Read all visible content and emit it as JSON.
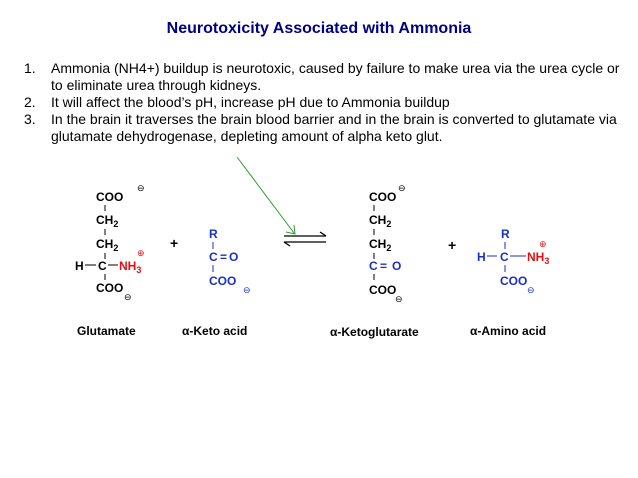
{
  "title": "Neurotoxicity Associated with Ammonia",
  "points": [
    {
      "num": "1.",
      "text": "Ammonia (NH4+) buildup is neurotoxic, caused by failure to make urea via the urea cycle or to eliminate urea through kidneys."
    },
    {
      "num": "2.",
      "text": "It will affect the blood’s pH, increase pH due to Ammonia buildup"
    },
    {
      "num": "3.",
      "text": "In the brain it traverses the brain blood barrier and in the brain is converted to glutamate via glutamate dehydrogenase, depleting amount of alpha keto glut."
    }
  ],
  "reaction": {
    "plus": "+",
    "glutamate": {
      "label": "Glutamate",
      "top_group": "COO",
      "ch2_a": "CH",
      "ch2_b": "CH",
      "sub2": "2",
      "h": "H",
      "c": "C",
      "nh3": "NH",
      "sub3": "3",
      "bottom_group": "COO",
      "neg": "⊖",
      "pos": "⊕"
    },
    "keto_acid": {
      "label": "α-Keto acid",
      "r": "R",
      "c": "C",
      "o": "O",
      "eq": "=",
      "bottom_group": "COO",
      "neg": "⊖"
    },
    "ketoglutarate": {
      "label": "α-Ketoglutarate",
      "top_group": "COO",
      "ch2_a": "CH",
      "ch2_b": "CH",
      "sub2": "2",
      "c": "C",
      "o": "O",
      "eq": "=",
      "bottom_group": "COO",
      "neg": "⊖"
    },
    "amino_acid": {
      "label": "α-Amino acid",
      "r": "R",
      "h": "H",
      "c": "C",
      "nh3": "NH",
      "sub3": "3",
      "bottom_group": "COO",
      "neg": "⊖",
      "pos": "⊕"
    }
  },
  "colors": {
    "title": "#000080",
    "structure_blue": "#1a2fc8",
    "amine_red": "#e01010",
    "pointer_green": "#2a9d2a"
  }
}
